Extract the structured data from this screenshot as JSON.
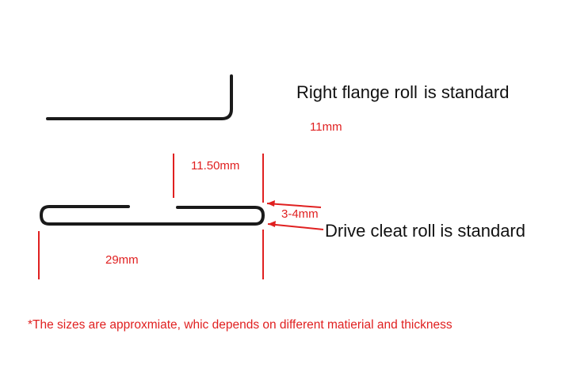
{
  "flange": {
    "title_a": "Right flange roll",
    "title_b": "is standard",
    "dimension": "11mm"
  },
  "cleat": {
    "title_a": "Drive cleat roll",
    "title_b": "is standard",
    "dim_top": "11.50mm",
    "dim_thickness": "3-4mm",
    "dim_width": "29mm"
  },
  "footnote": "*The sizes are approxmiate, whic depends on different matierial and thickness",
  "colors": {
    "annotation": "#e02020",
    "profile": "#1a1a1a",
    "text": "#111111"
  }
}
